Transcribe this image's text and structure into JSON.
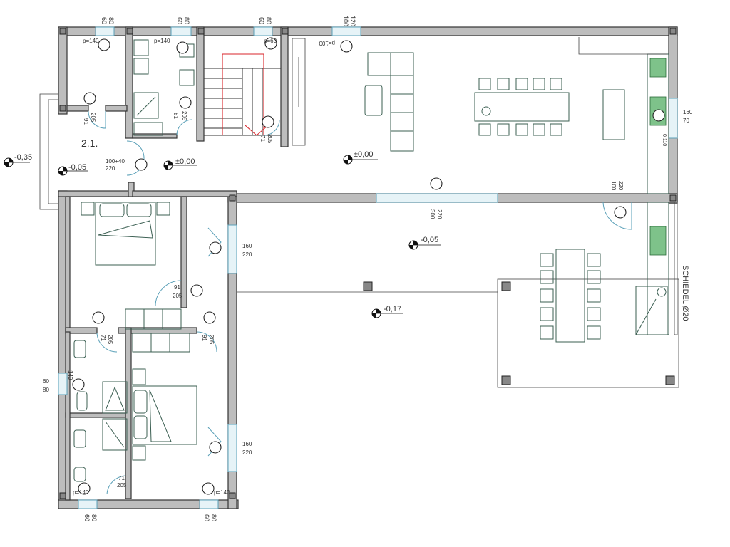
{
  "room_label": "2.1.",
  "chimney_label": "SCHIEDEL  Ø20",
  "levels": {
    "outside_left": "-0,35",
    "hall": "-0,05",
    "entry": "±0,00",
    "living": "±0,00",
    "terrace": "-0,05",
    "terrace_low": "-0,17"
  },
  "window_top": {
    "w1": "60",
    "h1": "80",
    "w2": "60",
    "h2": "80",
    "w3": "60",
    "h3": "80",
    "w4": "100",
    "h4": "120"
  },
  "window_bottom": {
    "w1": "60",
    "h1": "80",
    "w2": "60",
    "h2": "80"
  },
  "parapets": {
    "p1": "p=140",
    "p2": "p=140",
    "p3": "p=60",
    "p4": "p=100",
    "p5": "p=140",
    "p6": "p=140"
  },
  "doors": {
    "d_bath_w": "91",
    "d_bath_h": "205",
    "d_wc_w": "81",
    "d_wc_h": "205",
    "d_stair_w": "71",
    "d_stair_h": "205",
    "d_entry_w": "100+40",
    "d_entry_h": "220",
    "d_kitchen_w": "100",
    "d_kitchen_h": "220",
    "d_slide_w": "300",
    "d_slide_h": "220",
    "d_bed1_w": "91",
    "d_bed1_h": "205",
    "d_bed1b_w": "91",
    "d_bed1b_h": "205",
    "d_bath2_w": "71",
    "d_bath2_h": "205",
    "d_bath3_w": "71",
    "d_bath3_h": "205",
    "d_side_w": "60",
    "d_side_h": "80",
    "d_side_p": "140"
  },
  "windows_right": {
    "w1_w": "160",
    "w1_h": "70",
    "w2_w": "160",
    "w2_h": "220",
    "w3_w": "160",
    "w3_h": "220"
  },
  "kitchen_side": {
    "k_w": "0",
    "k_h": "110"
  }
}
